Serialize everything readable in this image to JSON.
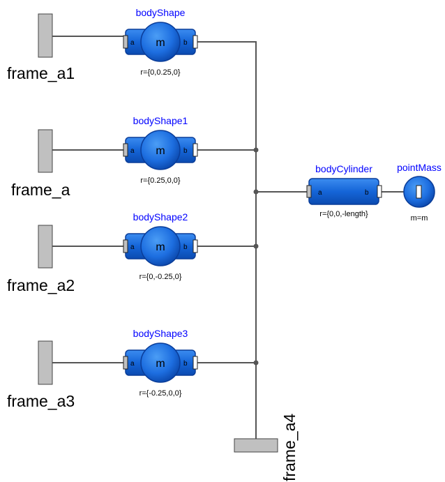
{
  "colors": {
    "wire": "#555555",
    "fixed_fill": "#c0c0c0",
    "body_blue": "#1f6fd9",
    "body_dark": "#0a3d99",
    "label_blue": "#0000ff"
  },
  "frames": {
    "frame_a1": "frame_a1",
    "frame_a": "frame_a",
    "frame_a2": "frame_a2",
    "frame_a3": "frame_a3",
    "frame_a4": "frame_a4"
  },
  "bodies": [
    {
      "name": "bodyShape",
      "param": "r={0,0.25,0}",
      "mass_letter": "m",
      "port_a": "a",
      "port_b": "b"
    },
    {
      "name": "bodyShape1",
      "param": "r={0.25,0,0}",
      "mass_letter": "m",
      "port_a": "a",
      "port_b": "b"
    },
    {
      "name": "bodyShape2",
      "param": "r={0,-0.25,0}",
      "mass_letter": "m",
      "port_a": "a",
      "port_b": "b"
    },
    {
      "name": "bodyShape3",
      "param": "r={-0.25,0,0}",
      "mass_letter": "m",
      "port_a": "a",
      "port_b": "b"
    }
  ],
  "cylinder": {
    "name": "bodyCylinder",
    "param": "r={0,0,-length}",
    "port_a": "a",
    "port_b": "b"
  },
  "point_mass": {
    "name": "pointMass",
    "param": "m=m"
  }
}
